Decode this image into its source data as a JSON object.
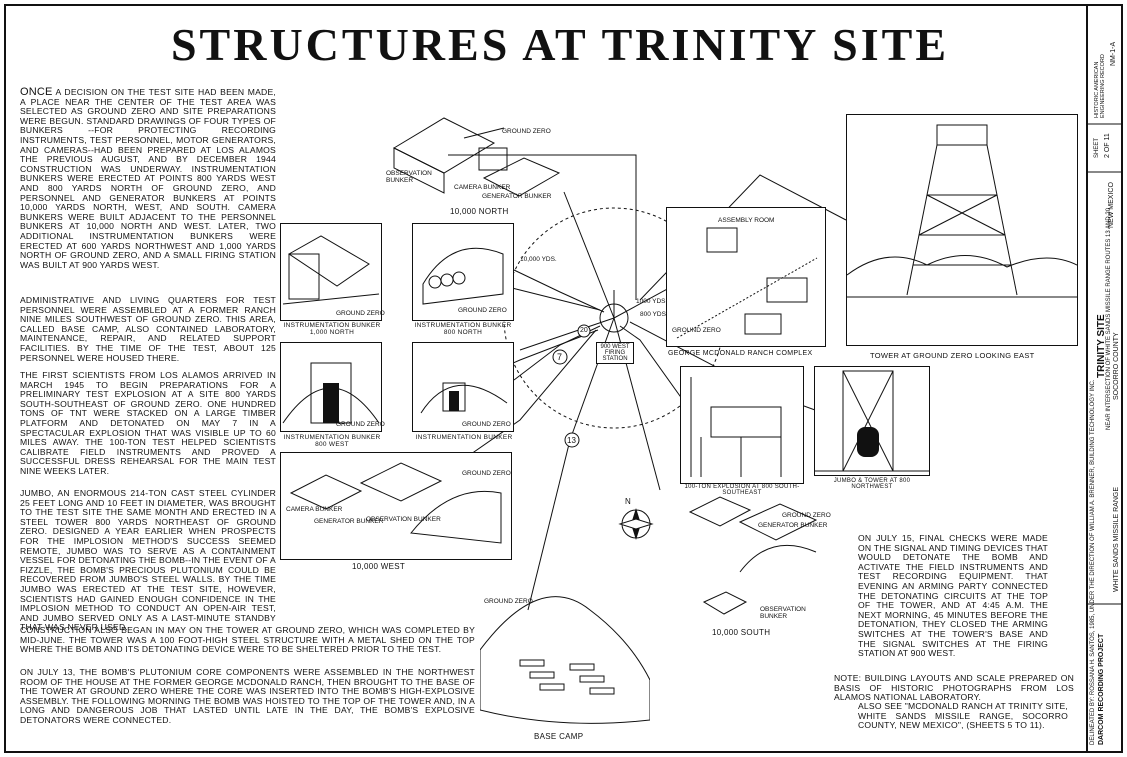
{
  "title": "STRUCTURES AT TRINITY SITE",
  "paragraphs": {
    "p1_lead": "Once",
    "p1": "a decision on the test site had been made, a place near the center of the test area was selected as ground zero and site preparations were begun. Standard drawings of four types of bunkers --for protecting recording instruments, test personnel, motor generators, and cameras--had been prepared at Los Alamos the previous August, and by December 1944 construction was underway. Instrumentation bunkers were erected at points 800 yards west and 800 yards north of ground zero, and personnel and generator bunkers at points 10,000 yards north, west, and south. Camera bunkers were built adjacent to the personnel bunkers at 10,000 north and west. Later, two additional instrumentation bunkers were erected at 600 yards northwest and 1,000 yards north of ground zero, and a small firing station was built at 900 yards west.",
    "p2": "Administrative and living quarters for test personnel were assembled at a former ranch nine miles southwest of ground zero. This area, called Base Camp, also contained laboratory, maintenance, repair, and related support facilities. By the time of the test, about 125 personnel were housed there.",
    "p3": "The first scientists from Los Alamos arrived in March 1945 to begin preparations for a preliminary test explosion at a site 800 yards south-southeast of ground zero. One hundred tons of TNT were stacked on a large timber platform and detonated on May 7 in a spectacular explosion that was visible up to 60 miles away. The 100-ton test helped scientists calibrate field instruments and proved a successful dress rehearsal for the main test nine weeks later.",
    "p4": "Jumbo, an enormous 214-ton cast steel cylinder 25 feet long and 10 feet in diameter, was brought to the test site the same month and erected in a steel tower 800 yards northeast of ground zero. Designed a year earlier when prospects for the implosion method's success seemed remote, Jumbo was to serve as a containment vessel for detonating the bomb--in the event of a fizzle, the bomb's precious plutonium could be recovered from Jumbo's steel walls. By the time Jumbo was erected at the test site, however, scientists had gained enough confidence in the implosion method to conduct an open-air test, and Jumbo served only as a last-minute standby that was never used.",
    "p5": "Construction also began in May on the tower at ground zero, which was completed by mid-June. The tower was a 100 foot-high steel structure with a metal shed on the top where the bomb and its detonating device were to be sheltered prior to the test.",
    "p6": "On July 13, the bomb's plutonium core components were assembled in the northwest room of the house at the former George McDonald Ranch, then brought to the base of the tower at ground zero where the core was inserted into the bomb's high-explosive assembly. The following morning the bomb was hoisted to the top of the tower and, in a long and dangerous job that lasted until late in the day, the bomb's explosive detonators were connected.",
    "p7": "On July 15, final checks were made on the signal and timing devices that would detonate the bomb and activate the field instruments and test recording equipment. That evening an arming party connected the detonating circuits at the top of the tower, and at 4:45 A.M. the next morning, 45 minutes before the detonation, they closed the arming switches at the tower's base and the signal switches at the firing station at 900 west.",
    "note1": "Note: Building layouts and scale prepared on basis of historic photographs from Los Alamos National Laboratory.",
    "note2": "Also see \"McDonald Ranch at Trinity Site, White Sands Missile Range, Socorro County, New Mexico\", (Sheets 5 to 11)."
  },
  "captions": {
    "north": "10,000 North",
    "west": "10,000 West",
    "south": "10,000 South",
    "inst_1000n": "Instrumentation Bunker 1,000 North",
    "inst_800n": "Instrumentation Bunker 800 North",
    "inst_800w": "Instrumentation Bunker 800 West",
    "inst_600nw": "Instrumentation Bunker",
    "ranch": "George McDonald Ranch Complex",
    "tower": "Tower at Ground Zero Looking East",
    "explosion": "100-Ton Explosion at 800 South-Southeast",
    "jumbo": "Jumbo & Tower at 800 Northwest",
    "base_camp": "Base Camp"
  },
  "labels": {
    "ground_zero": "Ground Zero",
    "observation_bunker": "Observation Bunker",
    "camera_bunker": "Camera Bunker",
    "generator_bunker": "Generator Bunker",
    "assembly_room": "Assembly Room",
    "yds_10000": "10,000 Yds.",
    "yds_1000": "1000 Yds",
    "yds_800": "800 Yds",
    "firing_station": "900 West Firing Station",
    "road_20": "20",
    "road_7": "7",
    "road_13": "13",
    "north_mark": "N"
  },
  "title_block": {
    "delineated": "Delineated by: Rossana H. Santos, 1985, under the direction of William A. Brenner, Building Technology Inc.",
    "project": "DARCOM Recording Project",
    "site": "Trinity Site",
    "location": "Near intersection of White Sands Missile Range Routes 13 and 20",
    "range": "White Sands Missile Range",
    "county": "Socorro County",
    "state": "New Mexico",
    "record": "Historic American Engineering Record",
    "record_no": "NM-1-A",
    "sheet_label": "Sheet",
    "sheet": "2 of 11"
  }
}
